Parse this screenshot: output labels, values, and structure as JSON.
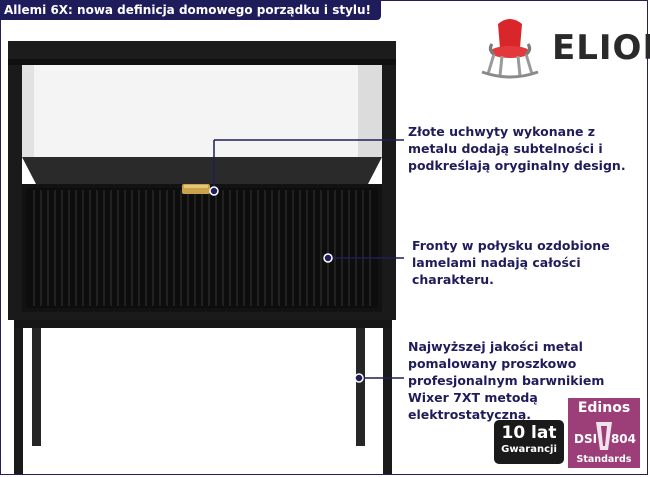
{
  "banner": {
    "text": "Allemi 6X: nowa definicja domowego porządku i stylu!"
  },
  "logo": {
    "text": "ELIOR",
    "icon": "chair-icon"
  },
  "callouts": [
    {
      "lines": [
        "Złote uchwyty wykonane z",
        "metalu dodają subtelności i",
        "podkreślają oryginalny design."
      ]
    },
    {
      "lines": [
        "Fronty w połysku ozdobione",
        "lamelami nadają całości",
        "charakteru."
      ]
    },
    {
      "lines": [
        "Najwyższej jakości metal",
        "pomalowany proszkowo",
        "profesjonalnym barwnikiem",
        "Wixer 7XT metodą",
        "elektrostatyczną."
      ]
    }
  ],
  "badges": {
    "warranty": {
      "big": "10 lat",
      "small": "Gwarancji"
    },
    "edinos": {
      "name": "Edinos",
      "left": "DSI",
      "right": "804",
      "standards": "Standards"
    }
  },
  "colors": {
    "accent": "#1f1c5b",
    "badge": "#9c3f78",
    "furniture": "#1c1c1c",
    "handle": "#c9a24a"
  }
}
